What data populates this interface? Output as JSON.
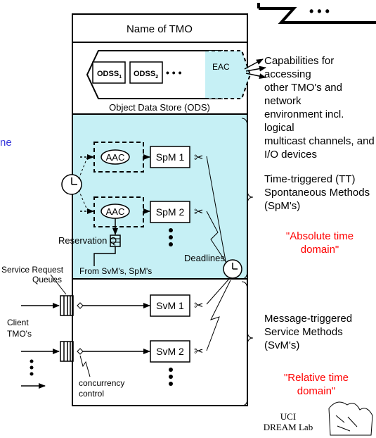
{
  "tmo_name": "Name of TMO",
  "ods": {
    "item1": "ODSS",
    "item1_sub": "1",
    "item2": "ODSS",
    "item2_sub": "2",
    "ellipsis": "• • •",
    "eac": "EAC",
    "caption": "Object Data Store (ODS)"
  },
  "capabilities": {
    "line1": "Capabilities for accessing",
    "line2": "other TMO's and network",
    "line3": "environment incl. logical",
    "line4": "multicast channels, and",
    "line5": "I/O devices"
  },
  "spm": {
    "aac1": "AAC",
    "aac2": "AAC",
    "m1": "SpM 1",
    "m2": "SpM 2",
    "reservation": "Reservation Q",
    "from": "From  SvM's, SpM's",
    "deadlines": "Deadlines",
    "desc1": "Time-triggered (TT)",
    "desc2": "Spontaneous Methods",
    "desc3": "(SpM's)",
    "domain1": "\"Absolute time",
    "domain2": "domain\""
  },
  "svm": {
    "m1": "SvM 1",
    "m2": "SvM 2",
    "queues1": "Service Request",
    "queues2": "Queues",
    "client1": "Client",
    "client2": "TMO's",
    "concurrency1": "concurrency",
    "concurrency2": "control",
    "desc1": "Message-triggered",
    "desc2": "Service Methods",
    "desc3": "(SvM's)",
    "domain1": "\"Relative time",
    "domain2": "domain\""
  },
  "left_edge_text": "ne",
  "footer": {
    "line1": "UCI",
    "line2": "DREAM Lab"
  },
  "colors": {
    "spm_fill": "#c6f0f5",
    "eac_fill": "#c6f0f5",
    "domain_text": "#ff0000",
    "left_edge_text": "#3a3adc"
  }
}
